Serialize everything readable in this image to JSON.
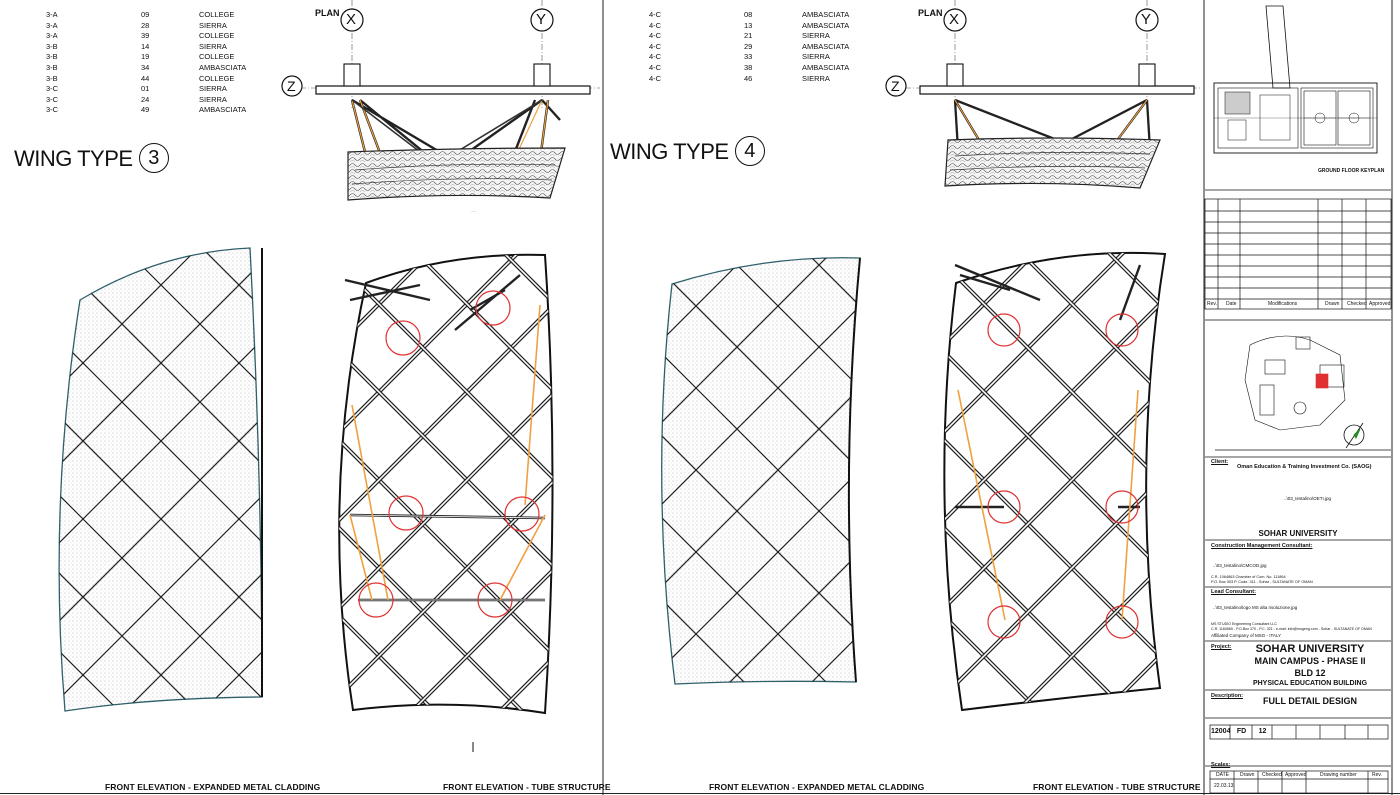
{
  "left_sheet": {
    "schedule": [
      [
        "3-A",
        "09",
        "COLLEGE"
      ],
      [
        "3-A",
        "28",
        "SIERRA"
      ],
      [
        "3-A",
        "39",
        "COLLEGE"
      ],
      [
        "3-B",
        "14",
        "SIERRA"
      ],
      [
        "3-B",
        "19",
        "COLLEGE"
      ],
      [
        "3-B",
        "34",
        "AMBASCIATA"
      ],
      [
        "3-B",
        "44",
        "COLLEGE"
      ],
      [
        "3-C",
        "01",
        "SIERRA"
      ],
      [
        "3-C",
        "24",
        "SIERRA"
      ],
      [
        "3-C",
        "49",
        "AMBASCIATA"
      ]
    ],
    "title": "WING TYPE",
    "number": "3",
    "plan_label": "PLAN",
    "axis_x": "X",
    "axis_y": "Y",
    "axis_z": "Z",
    "caption_left": "FRONT ELEVATION - EXPANDED METAL CLADDING",
    "caption_right": "FRONT ELEVATION - TUBE STRUCTURE"
  },
  "right_sheet": {
    "schedule": [
      [
        "4-C",
        "08",
        "AMBASCIATA"
      ],
      [
        "4-C",
        "13",
        "AMBASCIATA"
      ],
      [
        "4-C",
        "21",
        "SIERRA"
      ],
      [
        "4-C",
        "29",
        "AMBASCIATA"
      ],
      [
        "4-C",
        "33",
        "SIERRA"
      ],
      [
        "4-C",
        "38",
        "AMBASCIATA"
      ],
      [
        "4-C",
        "46",
        "SIERRA"
      ]
    ],
    "title": "WING TYPE",
    "number": "4",
    "plan_label": "PLAN",
    "axis_x": "X",
    "axis_y": "Y",
    "axis_z": "Z",
    "caption_left": "FRONT ELEVATION - EXPANDED METAL CLADDING",
    "caption_right": "FRONT ELEVATION - TUBE STRUCTURE"
  },
  "title_block": {
    "keyplan_caption": "GROUND FLOOR KEYPLAN",
    "rev_headers": [
      "Rev.",
      "Date",
      "Modifications",
      "Drawn",
      "Checked",
      "Approved"
    ],
    "client_label": "Client:",
    "client_name": "Oman Education & Training Investment Co. (SAOG)",
    "client_logo_path": "..\\03_testalino\\OETI.jpg",
    "university": "SOHAR UNIVERSITY",
    "cm_label": "Construction Management Consultant:",
    "cm_logo_path": "..\\03_testalino\\CMCOD.jpg",
    "cm_line1": "C.R. 1064863 Chamber of Com. No. 111864",
    "cm_line2": "P.O. Box 303 P. Code. 311 - Sohar - SULTANATE OF OMAN",
    "lead_label": "Lead Consultant:",
    "lead_logo_path": "..\\03_testalino\\logo MS alta risoluzione.jpg",
    "lead_line1": "MS STUDIO Engineering Consultant LLC",
    "lead_line2": "C.R. 1160665 - P.O.Box 370 - P.C. 321 - e-mail: info@msgeng.com - Sohar - SULTANATE OF OMAN",
    "lead_line3": "Affiliated Company of MSG - ITALY",
    "project_label": "Project:",
    "project_line1": "SOHAR UNIVERSITY",
    "project_line2": "MAIN CAMPUS - PHASE II",
    "project_line3": "BLD 12",
    "project_line4": "PHYSICAL EDUCATION BUILDING",
    "description_label": "Description:",
    "description": "FULL DETAIL DESIGN",
    "code_values": [
      "12004",
      "FD",
      "12"
    ],
    "scales_label": "Scales:",
    "bottom_headers": [
      "DATE",
      "Drawn",
      "Checked",
      "Approved",
      "Drawing number",
      "Rev."
    ],
    "date_value": "22.03.13"
  },
  "colors": {
    "accent_orange": "#f0a040",
    "circle_red": "#e03030",
    "cladding_teal": "#2f5f6a",
    "ink": "#111111"
  }
}
